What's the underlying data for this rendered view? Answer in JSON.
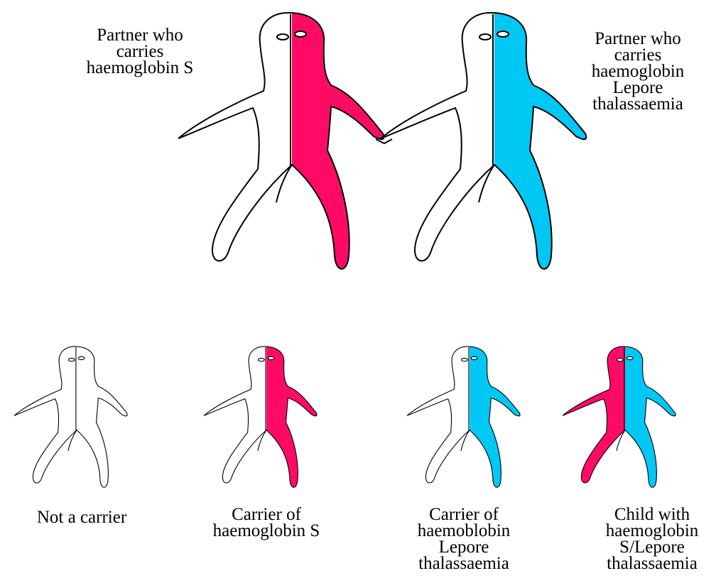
{
  "colors": {
    "haemoglobin_s": "#ff0b66",
    "lepore_thalassaemia": "#00c8f5",
    "unaffected": "#ffffff",
    "outline": "#000000"
  },
  "parents": {
    "left": {
      "label_lines": [
        "Partner who",
        "carries",
        "haemoglobin S"
      ],
      "left_half": "unaffected",
      "right_half": "haemoglobin_s"
    },
    "right": {
      "label_lines": [
        "Partner who",
        "carries",
        "haemoglobin",
        "Lepore",
        "thalassaemia"
      ],
      "left_half": "unaffected",
      "right_half": "lepore_thalassaemia"
    }
  },
  "children": [
    {
      "label_lines": [
        "Not a carrier"
      ],
      "left_half": "unaffected",
      "right_half": "unaffected"
    },
    {
      "label_lines": [
        "Carrier of",
        "haemoglobin S"
      ],
      "left_half": "unaffected",
      "right_half": "haemoglobin_s"
    },
    {
      "label_lines": [
        "Carrier of",
        "haemoblobin",
        "Lepore",
        "thalassaemia"
      ],
      "left_half": "unaffected",
      "right_half": "lepore_thalassaemia"
    },
    {
      "label_lines": [
        "Child with",
        "haemoglobin",
        "S/Lepore",
        "thalassaemia"
      ],
      "left_half": "haemoglobin_s",
      "right_half": "lepore_thalassaemia"
    }
  ]
}
